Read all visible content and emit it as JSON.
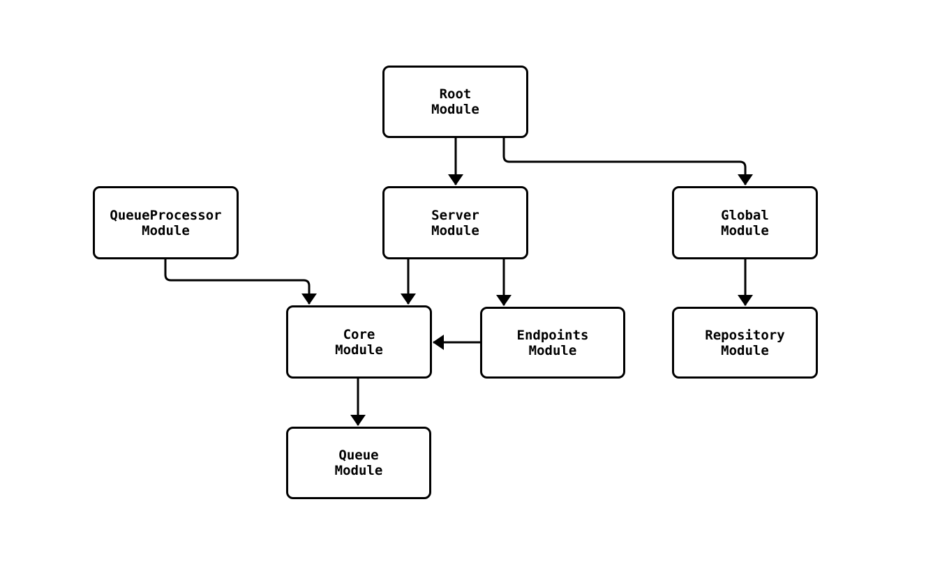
{
  "diagram": {
    "background_color": "#ffffff",
    "stroke_color": "#000000",
    "text_color": "#000000",
    "node_fill_color": "#ffffff",
    "nodes": {
      "root": {
        "label": "Root\nModule"
      },
      "queueprocessor": {
        "label": "QueueProcessor\nModule"
      },
      "server": {
        "label": "Server\nModule"
      },
      "global": {
        "label": "Global\nModule"
      },
      "core": {
        "label": "Core\nModule"
      },
      "endpoints": {
        "label": "Endpoints\nModule"
      },
      "repository": {
        "label": "Repository\nModule"
      },
      "queue": {
        "label": "Queue\nModule"
      }
    },
    "edges": [
      {
        "from": "Root Module",
        "to": "Server Module"
      },
      {
        "from": "Root Module",
        "to": "Global Module"
      },
      {
        "from": "QueueProcessor Module",
        "to": "Core Module"
      },
      {
        "from": "Server Module",
        "to": "Core Module"
      },
      {
        "from": "Server Module",
        "to": "Endpoints Module"
      },
      {
        "from": "Endpoints Module",
        "to": "Core Module"
      },
      {
        "from": "Global Module",
        "to": "Repository Module"
      },
      {
        "from": "Core Module",
        "to": "Queue Module"
      }
    ]
  }
}
